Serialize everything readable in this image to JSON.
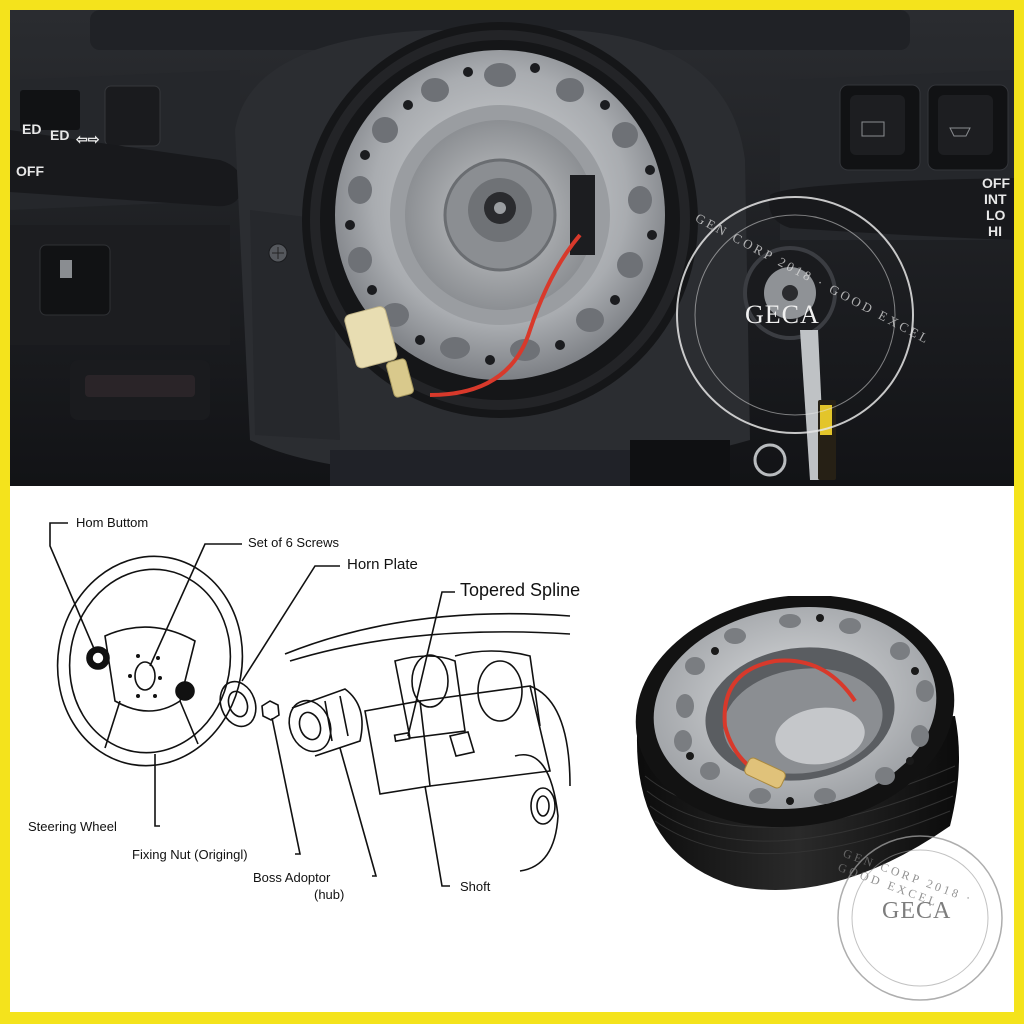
{
  "photo": {
    "left_stalk_labels": [
      "ED",
      "ED",
      "⇦⇨",
      "OFF"
    ],
    "right_stalk_labels": [
      "OFF",
      "INT",
      "LO",
      "HI"
    ],
    "watermark_center": "GECA",
    "watermark_ring": "GEN CORP 2018 · GOOD EXCEL"
  },
  "diagram": {
    "labels": {
      "horn_button": "Hom Buttom",
      "screws": "Set of 6 Screws",
      "horn_plate": "Horn Plate",
      "tapered_spline": "Topered Spline",
      "steering_wheel": "Steering Wheel",
      "fixing_nut": "Fixing Nut (Origingl)",
      "boss_adaptor": "Boss Adoptor",
      "boss_adaptor_sub": "(hub)",
      "shaft": "Shoft"
    }
  },
  "product": {
    "watermark_center": "GECA",
    "watermark_ring": "GEN CORP 2018 · GOOD EXCEL"
  },
  "colors": {
    "border": "#f4e31c",
    "wire": "#d8392b",
    "hub_metal": "#b9bcbf",
    "hub_body": "#151515"
  }
}
